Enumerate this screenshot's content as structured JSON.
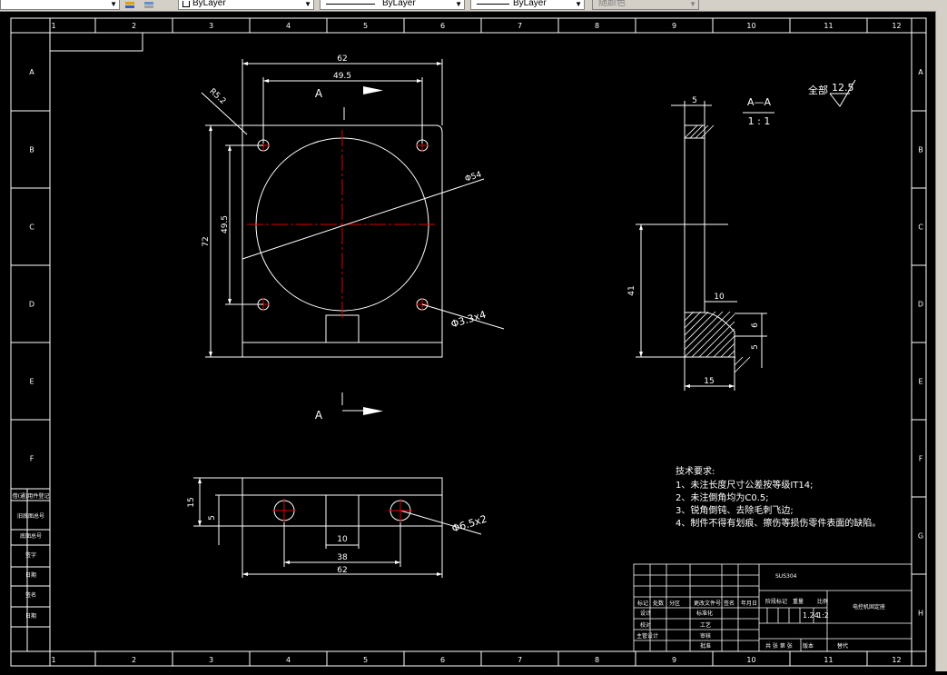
{
  "toolbar": {
    "layer_icons": [
      "layer-states-icon",
      "layer-previous-icon"
    ],
    "color_combo": {
      "value": "ByLayer",
      "checked": false
    },
    "linetype_combo": {
      "value": "ByLayer"
    },
    "lineweight_combo": {
      "value": "ByLayer"
    },
    "plotstyle_combo": {
      "value": "随颜色"
    }
  },
  "frame": {
    "columns": [
      "1",
      "2",
      "3",
      "4",
      "5",
      "6",
      "7",
      "8",
      "9",
      "10",
      "11",
      "12"
    ],
    "rows_right": [
      "A",
      "B",
      "C",
      "D",
      "E",
      "F",
      "G",
      "H"
    ],
    "rows_left": [
      "A",
      "B",
      "C",
      "D",
      "E",
      "F"
    ],
    "left_labels": [
      "借(通)用件登记",
      "旧底图总号",
      "底图总号",
      "签字",
      "日期",
      "签名",
      "日期"
    ]
  },
  "front_view": {
    "dim_width": "62",
    "dim_holes": "49.5",
    "dim_height": "72",
    "dim_vert_holes": "49.5",
    "dim_radius": "R5.2",
    "dim_bore": "Φ54",
    "dim_small_holes": "Φ3.3x4",
    "section_letter_top": "A",
    "section_letter_bottom": "A"
  },
  "section_view": {
    "title": "A—A",
    "scale": "1 : 1",
    "dim_top": "5",
    "dim_height": "41",
    "dim_step": "10",
    "dim_right_upper": "6",
    "dim_right_lower": "5",
    "dim_bottom": "15"
  },
  "roughness": {
    "prefix": "全部",
    "value": "12.5"
  },
  "bottom_view": {
    "dim_left_outer": "15",
    "dim_left_inner": "5",
    "dim_slot": "10",
    "dim_holes": "38",
    "dim_width": "62",
    "dim_holes_dia": "Φ6.5x2"
  },
  "tech_requirements": {
    "title": "技术要求:",
    "items": [
      "1、未注长度尺寸公差按等级IT14;",
      "2、未注倒角均为C0.5;",
      "3、锐角倒钝、去除毛刺飞边;",
      "4、制件不得有划痕、擦伤等损伤零件表面的缺陷。"
    ]
  },
  "title_block": {
    "material": "SUS304",
    "part_name": "电控机固定座",
    "row_labels": [
      "标记",
      "处数",
      "分区",
      "更改文件号",
      "签名",
      "年月日"
    ],
    "sign_rows": [
      "设计",
      "校对",
      "审核",
      "工艺",
      "主管设计",
      "标准化",
      "批准"
    ],
    "stage_labels": [
      "阶段标记",
      "重量",
      "比例"
    ],
    "weight": "1.24",
    "ratio": "1:2",
    "sheet": "共 张 第 张",
    "version": "版本",
    "replace": "替代"
  }
}
